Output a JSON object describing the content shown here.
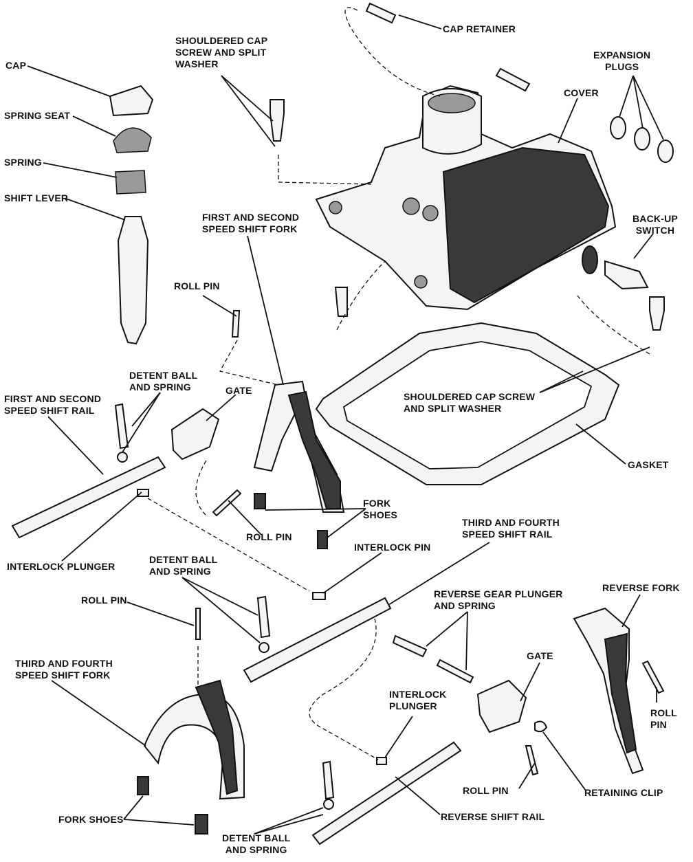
{
  "labels": {
    "cap": "CAP",
    "spring_seat": "SPRING SEAT",
    "spring": "SPRING",
    "shift_lever": "SHIFT LEVER",
    "shouldered_cap_screw_top": [
      "SHOULDERED CAP",
      "SCREW AND SPLIT",
      "WASHER"
    ],
    "cap_retainer": "CAP RETAINER",
    "expansion_plugs": [
      "EXPANSION",
      "PLUGS"
    ],
    "cover": "COVER",
    "backup_switch": [
      "BACK-UP",
      "SWITCH"
    ],
    "first_second_fork": [
      "FIRST AND SECOND",
      "SPEED SHIFT FORK"
    ],
    "roll_pin_top": "ROLL PIN",
    "detent_ball_spring_top": [
      "DETENT BALL",
      "AND SPRING"
    ],
    "gate_left": "GATE",
    "first_second_rail": [
      "FIRST AND SECOND",
      "SPEED SHIFT RAIL"
    ],
    "shouldered_cap_screw_right": [
      "SHOULDERED CAP SCREW",
      "AND SPLIT WASHER"
    ],
    "gasket": "GASKET",
    "fork_shoes_mid": [
      "FORK",
      "SHOES"
    ],
    "roll_pin_mid": "ROLL PIN",
    "interlock_plunger_left": "INTERLOCK PLUNGER",
    "third_fourth_rail": [
      "THIRD AND FOURTH",
      "SPEED SHIFT RAIL"
    ],
    "interlock_pin": "INTERLOCK PIN",
    "detent_ball_spring_mid": [
      "DETENT BALL",
      "AND SPRING"
    ],
    "roll_pin_left": "ROLL PIN",
    "reverse_plunger": [
      "REVERSE GEAR PLUNGER",
      "AND SPRING"
    ],
    "reverse_fork": "REVERSE FORK",
    "third_fourth_fork": [
      "THIRD AND FOURTH",
      "SPEED SHIFT FORK"
    ],
    "gate_right": "GATE",
    "roll_pin_right": [
      "ROLL",
      "PIN"
    ],
    "interlock_plunger_bottom": [
      "INTERLOCK",
      "PLUNGER"
    ],
    "roll_pin_bottom": "ROLL PIN",
    "retaining_clip": "RETAINING CLIP",
    "fork_shoes_bottom": "FORK SHOES",
    "reverse_shift_rail": "REVERSE SHIFT RAIL",
    "detent_ball_spring_bottom": [
      "DETENT BALL",
      "AND SPRING"
    ]
  }
}
